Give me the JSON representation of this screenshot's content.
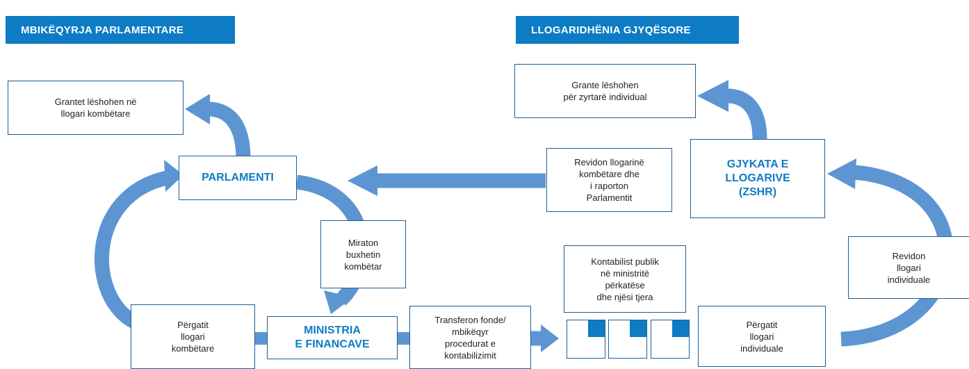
{
  "headers": {
    "left": "MBIKËQYRJA PARLAMENTARE",
    "right": "LLOGARIDHËNIA GJYQËSORE"
  },
  "boxes": {
    "grantet_kombetare": "Grantet lëshohen në\nllogari kombëtare",
    "grante_individual": "Grante lëshohen\npër zyrtarë individual",
    "parlamenti": "PARLAMENTI",
    "revidon_kombetare": "Revidon llogarinë\nkombëtare dhe\ni raporton\nParlamentit",
    "gjykata": "GJYKATA E\nLLOGARIVE\n(ZSHR)",
    "miraton": "Miraton\nbuxhetin\nkombëtar",
    "kontabilist": "Kontabilist publik\nnë ministritë\npërkatëse\ndhe njësi tjera",
    "revidon_individuale": "Revidon\nllogari\nindividuale",
    "pergatit_kombetare": "Përgatit\nllogari\nkombëtare",
    "ministria": "MINISTRIA\nE FINANCAVE",
    "transferon": "Transferon fonde/\nmbikëqyr\nprocedurat e\nkontabilizimit",
    "pergatit_individuale": "Përgatit\nllogari\nindividuale"
  },
  "colors": {
    "header_bg": "#0d7cc4",
    "arrow": "#5c95d2",
    "box_border": "#1b5f94",
    "accent": "#0d7cc4"
  },
  "icons": {
    "tiles": [
      "ledger-tile-icon",
      "ledger-tile-icon",
      "ledger-tile-icon"
    ]
  }
}
